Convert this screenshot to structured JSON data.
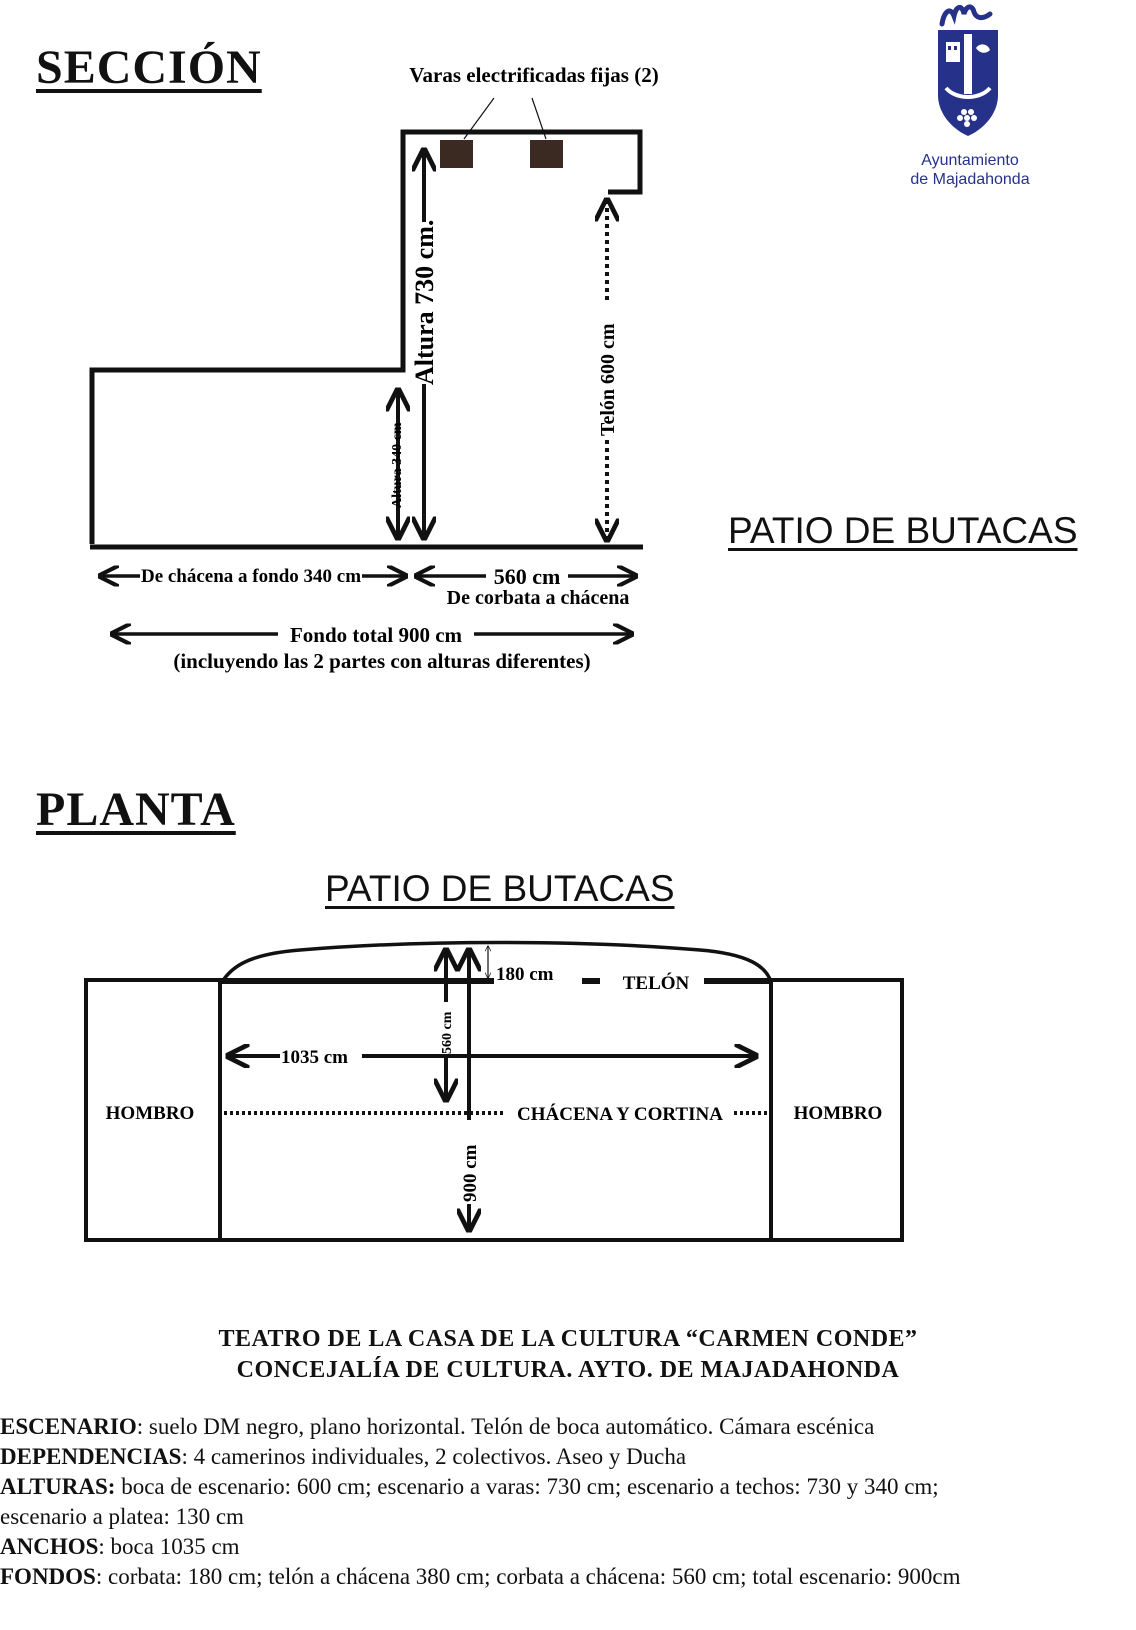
{
  "seccion": {
    "heading": "SECCIÓN",
    "varas_label": "Varas electrificadas fijas (2)",
    "altura_730": "Altura 730 cm.",
    "altura_340": "Altura 340 cm",
    "telon_600": "Telón 600 cm",
    "fondo_chacena": "De chácena a fondo 340 cm",
    "dim_560": "560 cm",
    "corbata_chacena": "De corbata a chácena",
    "fondo_total": "Fondo total 900 cm",
    "fondo_note": "(incluyendo las 2 partes con alturas diferentes)",
    "patio": "PATIO DE BUTACAS"
  },
  "planta": {
    "heading": "PLANTA",
    "patio": "PATIO DE BUTACAS",
    "dim_180": "180 cm",
    "telon": "TELÓN",
    "dim_1035": "1035 cm",
    "dim_560": "560 cm",
    "hombro_left": "HOMBRO",
    "chacena": "CHÁCENA Y CORTINA",
    "hombro_right": "HOMBRO",
    "dim_900": "900 cm"
  },
  "logo": {
    "line1": "Ayuntamiento",
    "line2": "de Majadahonda",
    "color": "#26328a"
  },
  "title": {
    "line1": "TEATRO DE LA CASA DE LA CULTURA “CARMEN CONDE”",
    "line2": "CONCEJALÍA DE CULTURA. AYTO. DE MAJADAHONDA"
  },
  "specs": {
    "escenario_label": "ESCENARIO",
    "escenario_text": ": suelo DM negro, plano horizontal. Telón  de boca automático. Cámara escénica",
    "dependencias_label": "DEPENDENCIAS",
    "dependencias_text": ": 4 camerinos individuales, 2 colectivos. Aseo y Ducha",
    "alturas_label": "ALTURAS:",
    "alturas_text": " boca de escenario: 600 cm; escenario a varas: 730 cm; escenario a techos: 730 y 340 cm;",
    "alturas_text2": "escenario a platea: 130 cm",
    "anchos_label": "ANCHOS",
    "anchos_text": ": boca 1035 cm",
    "fondos_label": "FONDOS",
    "fondos_text": ": corbata: 180 cm; telón a chácena 380 cm; corbata a chácena: 560 cm; total escenario: 900cm"
  }
}
